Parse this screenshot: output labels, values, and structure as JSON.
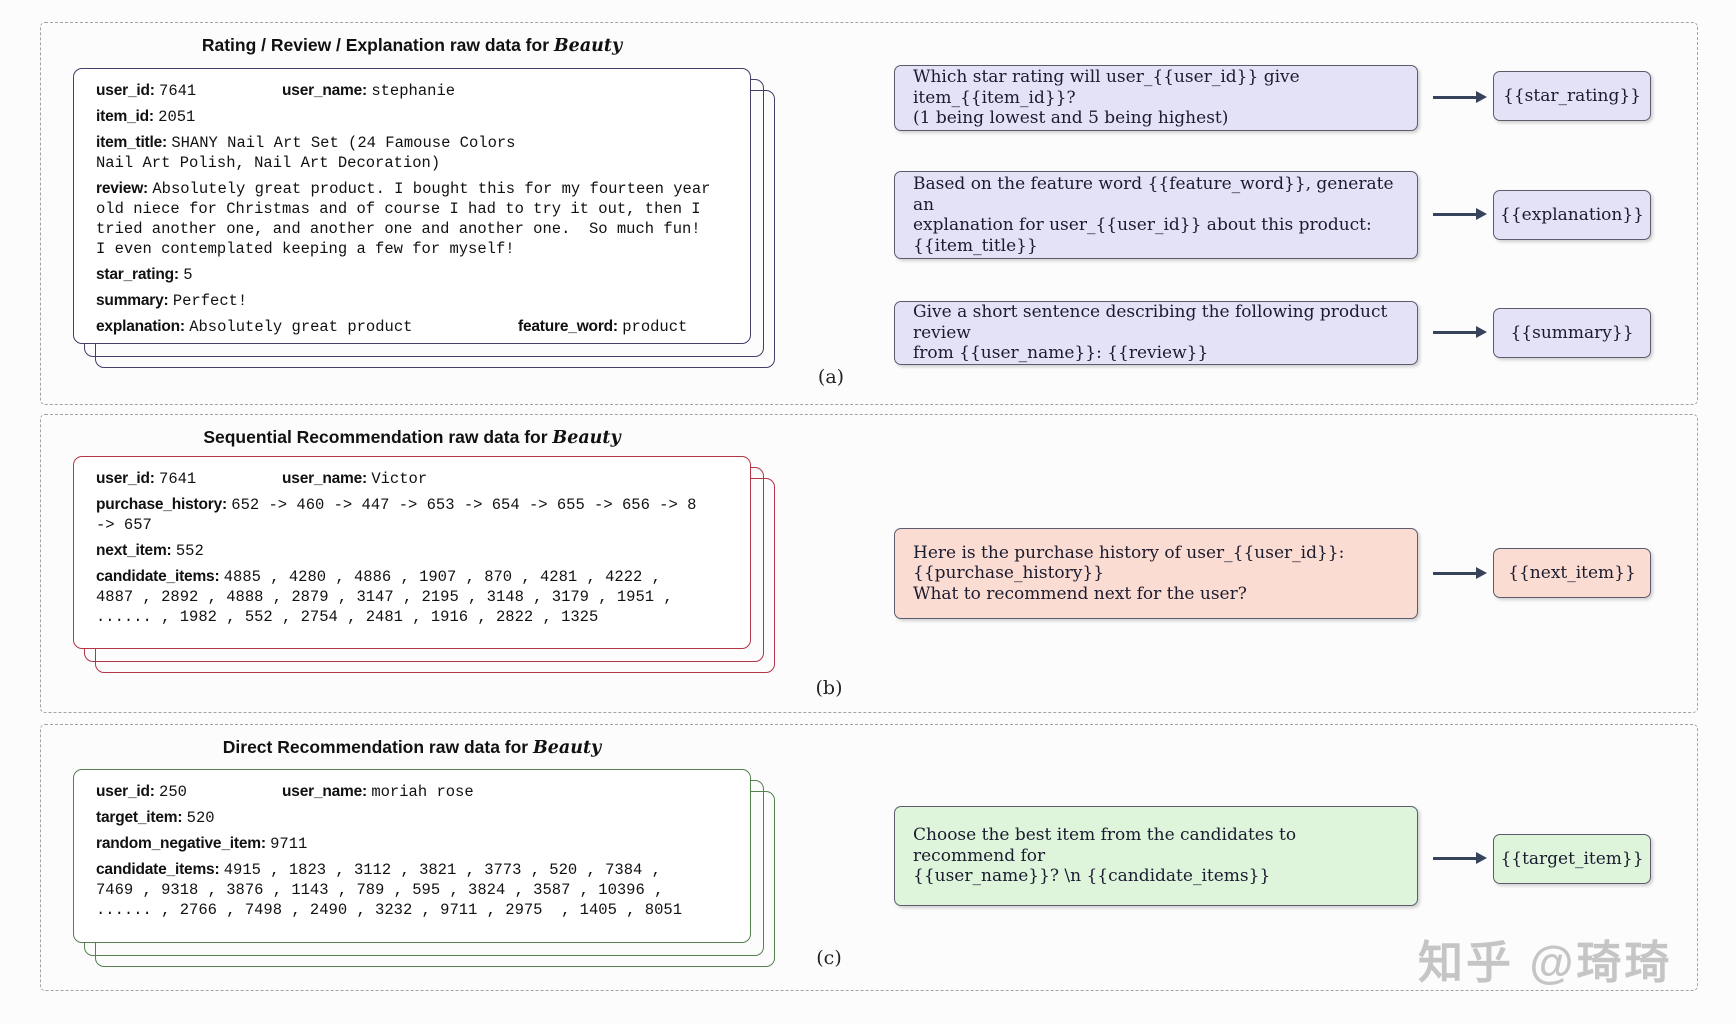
{
  "watermark": "知乎 @琦琦",
  "colors": {
    "lavender_fill": "#e4e2f6",
    "peach_fill": "#fbdcd2",
    "green_fill": "#def5dc",
    "card_a_border": "#453e69",
    "card_b_border": "#b23648",
    "card_c_border": "#55814f",
    "arrow": "#36435a"
  },
  "sections": {
    "a": {
      "label": "(a)",
      "title_prefix": "Rating / Review / Explanation raw data for ",
      "dataset": "Beauty",
      "card": {
        "row1": {
          "k1": "user_id:",
          "v1": "7641",
          "k2": "user_name:",
          "v2": "stephanie"
        },
        "row2": {
          "k": "item_id:",
          "v": "2051"
        },
        "row3": {
          "k": "item_title:",
          "v": "SHANY Nail Art Set (24 Famouse Colors\nNail Art Polish, Nail Art Decoration)"
        },
        "row4": {
          "k": "review:",
          "v": "Absolutely great product. I bought this for my fourteen year\nold niece for Christmas and of course I had to try it out, then I\ntried another one, and another one and another one.  So much fun!\nI even contemplated keeping a few for myself!"
        },
        "row5": {
          "k": "star_rating:",
          "v": "5"
        },
        "row6": {
          "k": "summary:",
          "v": "Perfect!"
        },
        "row7": {
          "k1": "explanation:",
          "v1": "Absolutely great product",
          "k2": "feature_word:",
          "v2": "product"
        }
      },
      "prompts": [
        {
          "text": "Which star rating will user_{{user_id}} give item_{{item_id}}?\n(1 being lowest and 5 being highest)",
          "output": "{{star_rating}}"
        },
        {
          "text": "Based on the feature word {{feature_word}}, generate an\nexplanation for user_{{user_id}} about this product:\n{{item_title}}",
          "output": "{{explanation}}"
        },
        {
          "text": "Give a short sentence describing the following product review\nfrom {{user_name}}: {{review}}",
          "output": "{{summary}}"
        }
      ]
    },
    "b": {
      "label": "(b)",
      "title_prefix": "Sequential Recommendation raw data for ",
      "dataset": "Beauty",
      "card": {
        "row1": {
          "k1": "user_id:",
          "v1": "7641",
          "k2": "user_name:",
          "v2": "Victor"
        },
        "row2": {
          "k": "purchase_history:",
          "v": "652 -> 460 -> 447 -> 653 -> 654 -> 655 -> 656 -> 8\n-> 657"
        },
        "row3": {
          "k": "next_item:",
          "v": "552"
        },
        "row4": {
          "k": "candidate_items:",
          "v": "4885 , 4280 , 4886 , 1907 , 870 , 4281 , 4222 ,\n4887 , 2892 , 4888 , 2879 , 3147 , 2195 , 3148 , 3179 , 1951 ,\n...... , 1982 , 552 , 2754 , 2481 , 1916 , 2822 , 1325"
        }
      },
      "prompts": [
        {
          "text": "Here is the purchase history of user_{{user_id}}:\n{{purchase_history}}\nWhat to recommend next for the user?",
          "output": "{{next_item}}"
        }
      ]
    },
    "c": {
      "label": "(c)",
      "title_prefix": "Direct Recommendation raw data for ",
      "dataset": "Beauty",
      "card": {
        "row1": {
          "k1": "user_id:",
          "v1": "250",
          "k2": "user_name:",
          "v2": "moriah rose"
        },
        "row2": {
          "k": "target_item:",
          "v": "520"
        },
        "row3": {
          "k": "random_negative_item:",
          "v": "9711"
        },
        "row4": {
          "k": "candidate_items:",
          "v": "4915 , 1823 , 3112 , 3821 , 3773 , 520 , 7384 ,\n7469 , 9318 , 3876 , 1143 , 789 , 595 , 3824 , 3587 , 10396 ,\n...... , 2766 , 7498 , 2490 , 3232 , 9711 , 2975  , 1405 , 8051"
        }
      },
      "prompts": [
        {
          "text": "Choose the best item from the candidates to recommend for\n{{user_name}}? \\n {{candidate_items}}",
          "output": "{{target_item}}"
        }
      ]
    }
  }
}
